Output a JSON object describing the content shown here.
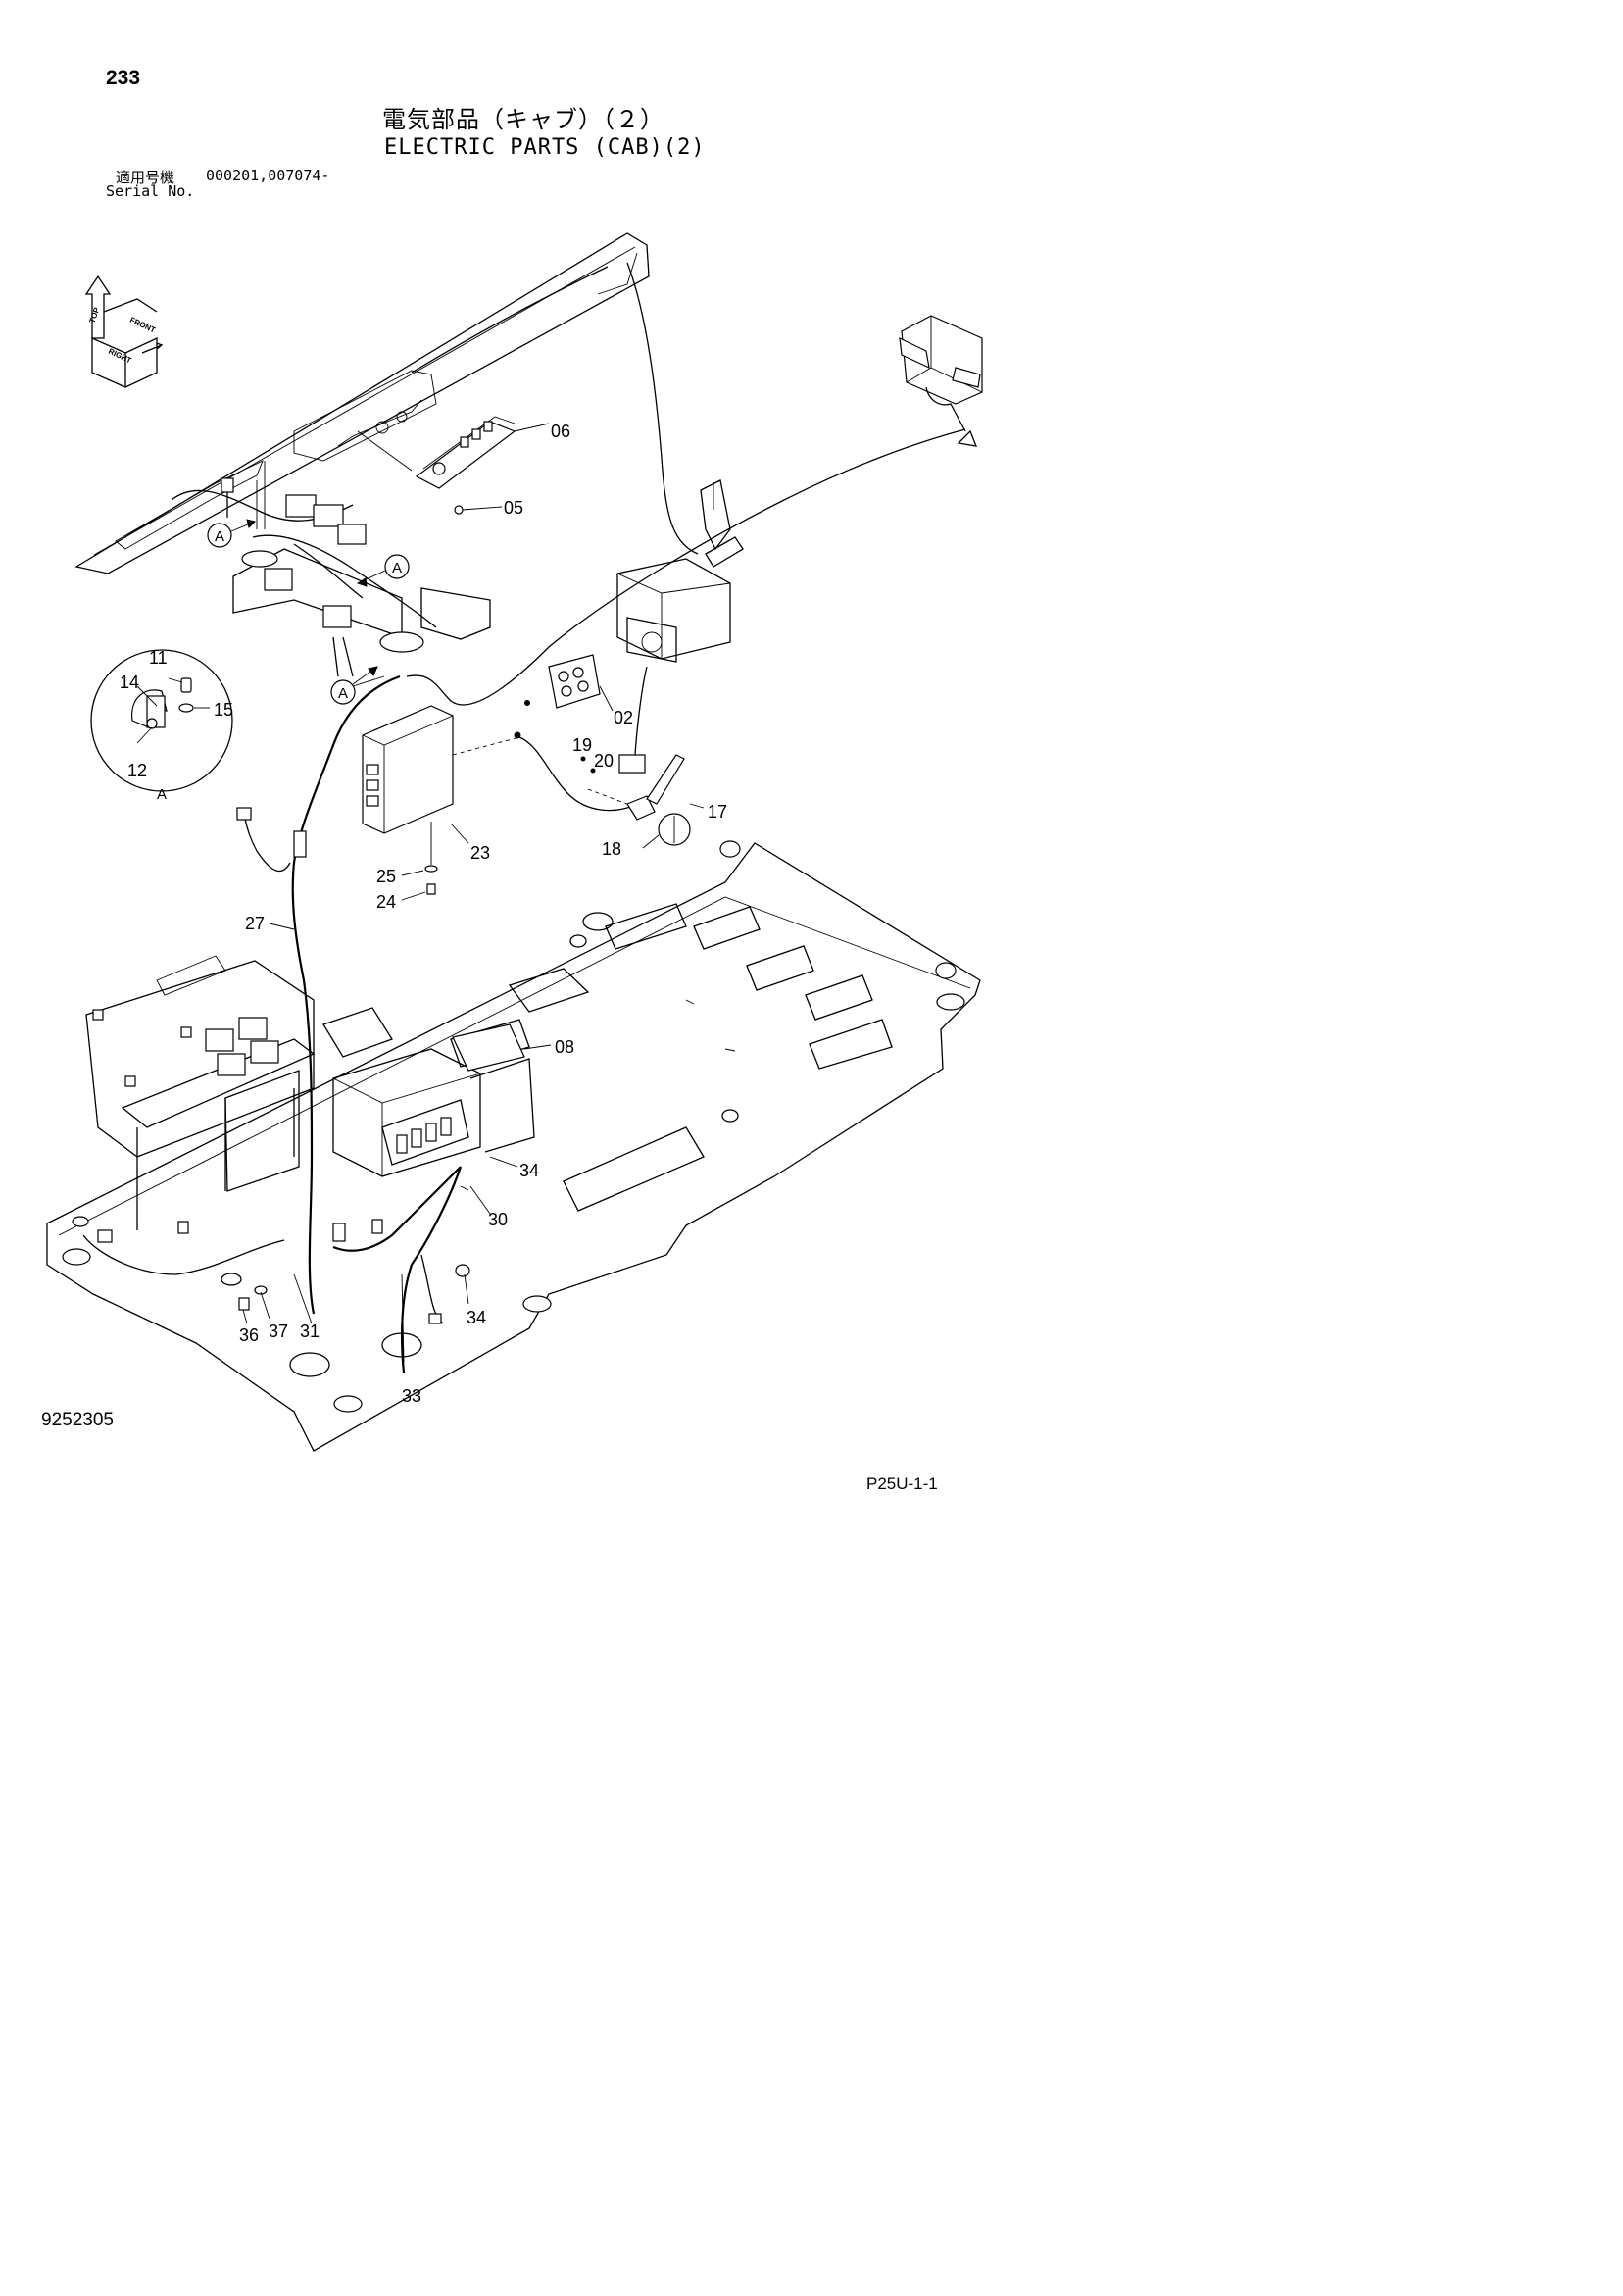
{
  "header": {
    "page_number": "233",
    "title_ja": "電気部品（キャブ）（２）",
    "title_en": "ELECTRIC PARTS (CAB)(2)",
    "serial_label_ja": "適用号機",
    "serial_label_en": "Serial No.",
    "serial_range": "000201,007074-"
  },
  "footer": {
    "document_number": "9252305",
    "page_code": "P25U-1-1"
  },
  "orientation_key": {
    "top": "TOP",
    "front": "FRONT",
    "right": "RIGHT"
  },
  "detail_view": {
    "label": "A"
  },
  "connection_markers": [
    "A",
    "A",
    "A"
  ],
  "callouts": [
    {
      "id": "c-06",
      "text": "06"
    },
    {
      "id": "c-05",
      "text": "05"
    },
    {
      "id": "c-02",
      "text": "02"
    },
    {
      "id": "c-11",
      "text": "11"
    },
    {
      "id": "c-14",
      "text": "14"
    },
    {
      "id": "c-15",
      "text": "15"
    },
    {
      "id": "c-12",
      "text": "12"
    },
    {
      "id": "c-19",
      "text": "19"
    },
    {
      "id": "c-20",
      "text": "20"
    },
    {
      "id": "c-17",
      "text": "17"
    },
    {
      "id": "c-18",
      "text": "18"
    },
    {
      "id": "c-23",
      "text": "23"
    },
    {
      "id": "c-25",
      "text": "25"
    },
    {
      "id": "c-24",
      "text": "24"
    },
    {
      "id": "c-27",
      "text": "27"
    },
    {
      "id": "c-08",
      "text": "08"
    },
    {
      "id": "c-34a",
      "text": "34"
    },
    {
      "id": "c-30",
      "text": "30"
    },
    {
      "id": "c-34b",
      "text": "34"
    },
    {
      "id": "c-36",
      "text": "36"
    },
    {
      "id": "c-37",
      "text": "37"
    },
    {
      "id": "c-31",
      "text": "31"
    },
    {
      "id": "c-33",
      "text": "33"
    }
  ]
}
